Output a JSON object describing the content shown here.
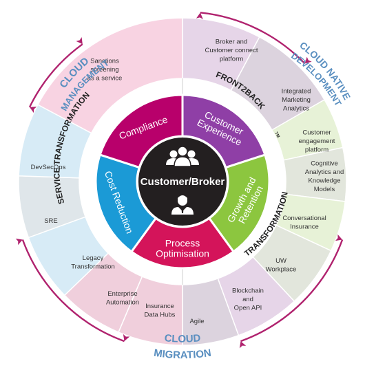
{
  "hub": {
    "label": "Customer/Broker",
    "icon_top": "people-group-icon",
    "icon_bottom": "agent-icon"
  },
  "segments": [
    {
      "key": "compliance",
      "label_lines": [
        "Compliance"
      ],
      "color": "#b8006b"
    },
    {
      "key": "customer_experience",
      "label_lines": [
        "Customer",
        "Experience"
      ],
      "color": "#8f3fa6"
    },
    {
      "key": "growth",
      "label_lines": [
        "Growth and",
        "Retention"
      ],
      "color": "#8cc63f"
    },
    {
      "key": "process",
      "label_lines": [
        "Process",
        "Optimisation"
      ],
      "color": "#d4145a"
    },
    {
      "key": "cost",
      "label_lines": [
        "Cost Reduction"
      ],
      "color": "#1b9ad6"
    }
  ],
  "ring_labels": {
    "service_transformation": "SERVICE TRANSFORMATION",
    "front2back": "FRONT2BACK",
    "front2back_tm": "TM",
    "f2b_transformation": "TRANSFORMATION"
  },
  "cloud_labels": {
    "management": [
      "CLOUD",
      "MANAGEMENT"
    ],
    "native": [
      "CLOUD NATIVE",
      "DEVELOPMENT"
    ],
    "migration": [
      "CLOUD",
      "MIGRATION"
    ]
  },
  "outer_items": [
    {
      "key": "sanctions",
      "lines": [
        "Sanctions",
        "screening",
        "as a service"
      ]
    },
    {
      "key": "broker",
      "lines": [
        "Broker and",
        "Customer connect",
        "platform"
      ]
    },
    {
      "key": "marketing",
      "lines": [
        "Integrated",
        "Marketing",
        "Analytics"
      ]
    },
    {
      "key": "engagement",
      "lines": [
        "Customer",
        "engagement",
        "platform"
      ]
    },
    {
      "key": "cognitive",
      "lines": [
        "Cognitive",
        "Analytics and",
        "Knowledge",
        "Models"
      ]
    },
    {
      "key": "conversational",
      "lines": [
        "Conversational",
        "Insurance"
      ]
    },
    {
      "key": "uw",
      "lines": [
        "UW",
        "Workplace"
      ]
    },
    {
      "key": "blockchain",
      "lines": [
        "Blockchain",
        "and",
        "Open API"
      ]
    },
    {
      "key": "agile",
      "lines": [
        "Agile"
      ]
    },
    {
      "key": "datahubs",
      "lines": [
        "Insurance",
        "Data Hubs"
      ]
    },
    {
      "key": "automation",
      "lines": [
        "Enterprise",
        "Automation"
      ]
    },
    {
      "key": "legacy",
      "lines": [
        "Legacy",
        "Transformation"
      ]
    },
    {
      "key": "sre",
      "lines": [
        "SRE"
      ]
    },
    {
      "key": "devsecops",
      "lines": [
        "DevSecOps"
      ]
    }
  ],
  "colors": {
    "mgmt_pink": "#f8d3e2",
    "native_lilac": "#e6d5e8",
    "native_grey": "#dcd3de",
    "green_light": "#e7f2d7",
    "green_grey": "#e2e6dc",
    "migration_pink": "#f0cfdc",
    "blue_light": "#d7ebf6",
    "blue_grey": "#dfe6ea",
    "arrow": "#b0226e",
    "cloud_text": "#5a8fc0",
    "hub": "#231f20"
  }
}
